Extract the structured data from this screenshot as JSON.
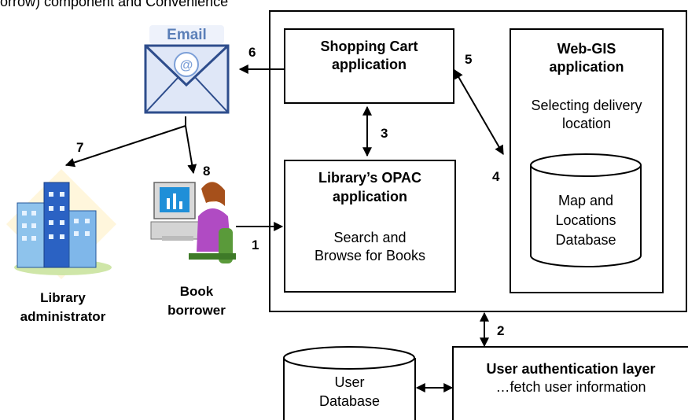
{
  "caption_top": "orrow) component and Convenience",
  "shopping_cart": {
    "title_line1": "Shopping Cart",
    "title_line2": "application"
  },
  "opac": {
    "title_line1": "Library’s OPAC",
    "title_line2": "application",
    "body_line1": "Search and",
    "body_line2": "Browse for Books"
  },
  "webgis": {
    "title_line1": "Web-GIS",
    "title_line2": "application",
    "body_line1": "Selecting delivery",
    "body_line2": "location"
  },
  "map_db": {
    "line1": "Map and",
    "line2": "Locations",
    "line3": "Database"
  },
  "auth": {
    "title": "User authentication layer",
    "body": "…fetch user information"
  },
  "user_db": {
    "line1": "User",
    "line2": "Database"
  },
  "email_icon": {
    "icon": "email-envelope-icon",
    "label": "Email",
    "color": "#5b7fb8"
  },
  "admin": {
    "icon": "office-building-icon",
    "line1": "Library",
    "line2": "administrator"
  },
  "borrower": {
    "icon": "person-at-computer-icon",
    "line1": "Book",
    "line2": "borrower"
  },
  "steps": {
    "s1": "1",
    "s2": "2",
    "s3": "3",
    "s4": "4",
    "s5": "5",
    "s6": "6",
    "s7": "7",
    "s8": "8"
  }
}
